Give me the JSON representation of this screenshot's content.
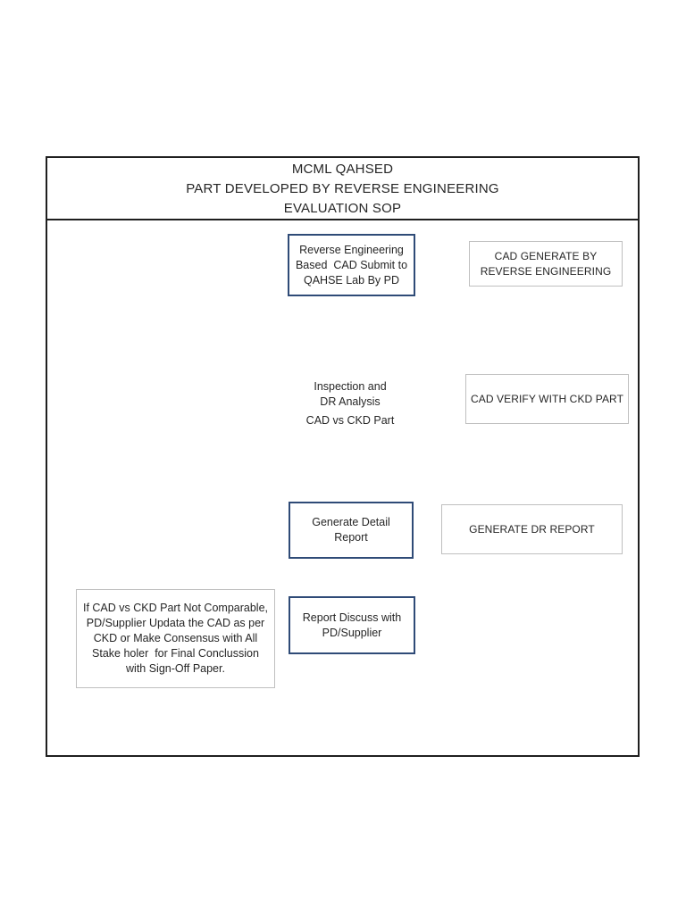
{
  "header": {
    "line1": "MCML QAHSED",
    "line2": "PART DEVELOPED BY REVERSE ENGINEERING",
    "line3": "EVALUATION SOP"
  },
  "flowchart": {
    "submit_box": "Reverse Engineering\nBased  CAD Submit to\nQAHSE Lab By PD",
    "cad_generate_label": "CAD GENERATE BY\nREVERSE ENGINEERING",
    "decision_part1": "Inspection and\nDR Analysis",
    "decision_part2": "CAD vs CKD Part",
    "cad_verify_label": "CAD VERIFY WITH CKD PART",
    "generate_report_box": "Generate Detail\nReport",
    "generate_dr_label": "GENERATE DR REPORT",
    "report_discuss_box": "Report Discuss with\nPD/Supplier",
    "not_comparable_note": "If CAD vs CKD Part Not Comparable,\nPD/Supplier Updata the CAD as per\nCKD or Make Consensus with All\nStake holer  for Final Conclussion\nwith Sign-Off Paper."
  },
  "colors": {
    "flow_box_border": "#2F4B77",
    "label_box_border": "#BFBFBF",
    "connector": "#555555",
    "arrowhead": "#111111",
    "text": "#262626",
    "outer_border": "#1F1F1F"
  }
}
